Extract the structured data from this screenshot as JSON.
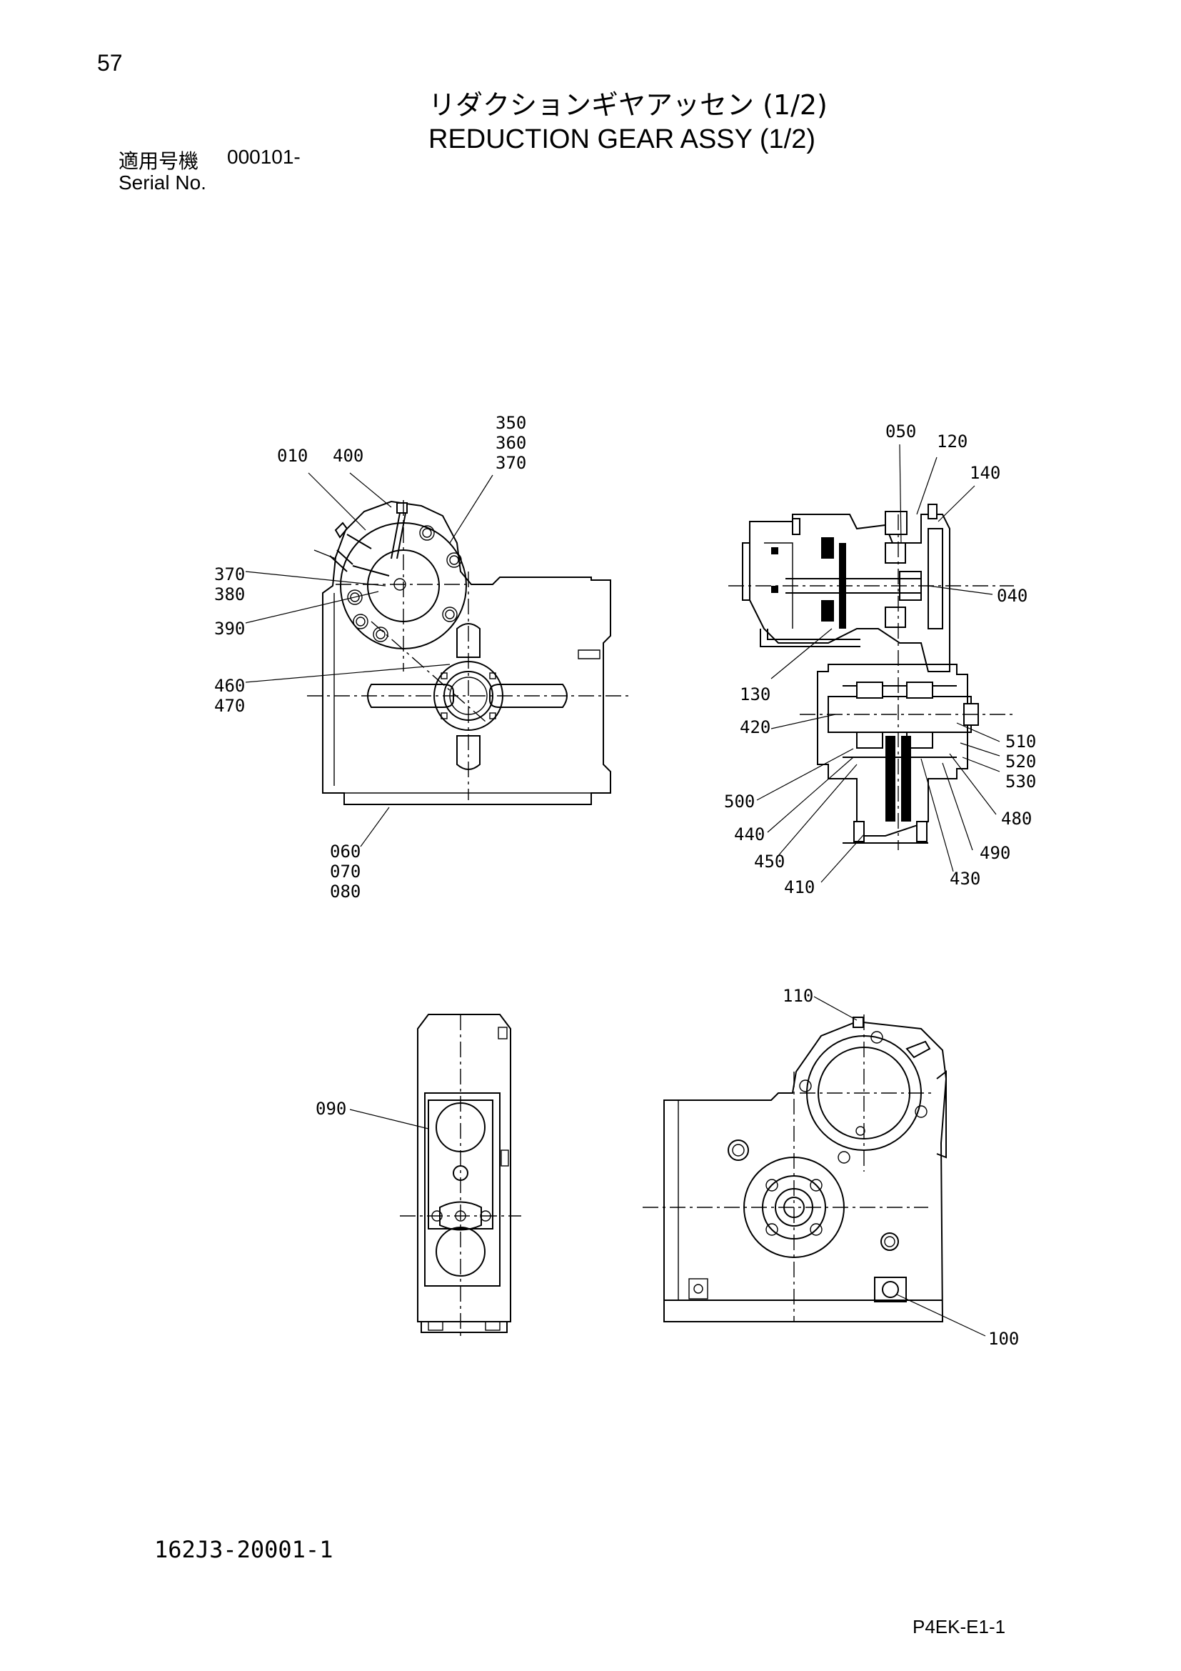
{
  "page": {
    "number": "57",
    "title_ja": "リダクションギヤアッセン (1/2)",
    "title_en": "REDUCTION GEAR ASSY (1/2)",
    "serial_label_ja": "適用号機",
    "serial_value": "000101-",
    "serial_label_en": "Serial No.",
    "drawing_number": "162J3-20001-1",
    "page_code": "P4EK-E1-1"
  },
  "callouts": {
    "c010": "010",
    "c400": "400",
    "c350": "350",
    "c360": "360",
    "c370a": "370",
    "c370b": "370",
    "c380": "380",
    "c390": "390",
    "c460": "460",
    "c470": "470",
    "c060": "060",
    "c070": "070",
    "c080": "080",
    "c050": "050",
    "c120": "120",
    "c140": "140",
    "c040": "040",
    "c130": "130",
    "c420": "420",
    "c510": "510",
    "c520": "520",
    "c530": "530",
    "c500": "500",
    "c480": "480",
    "c440": "440",
    "c490": "490",
    "c450": "450",
    "c410": "410",
    "c430": "430",
    "c090": "090",
    "c110": "110",
    "c100": "100"
  }
}
